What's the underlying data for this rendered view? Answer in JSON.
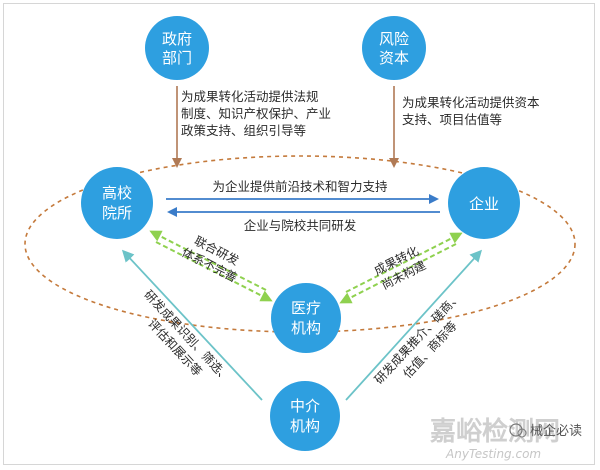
{
  "nodes": {
    "government": {
      "line1": "政府",
      "line2": "部门"
    },
    "risk_capital": {
      "line1": "风险",
      "line2": "资本"
    },
    "university": {
      "line1": "高校",
      "line2": "院所"
    },
    "enterprise": {
      "label": "企业"
    },
    "medical": {
      "line1": "医疗",
      "line2": "机构"
    },
    "intermediary": {
      "line1": "中介",
      "line2": "机构"
    }
  },
  "notes": {
    "government": [
      "为成果转化活动提供法规",
      "制度、知识产权保护、产业",
      "政策支持、组织引导等"
    ],
    "risk_capital": [
      "为成果转化活动提供资本",
      "支持、项目估值等"
    ]
  },
  "arrows": {
    "top": "为企业提供前沿技术和智力支持",
    "bottom": "企业与院校共同研发",
    "left_diag": [
      "联合研发",
      "体系不完善"
    ],
    "right_diag": [
      "成果转化",
      "尚未构建"
    ],
    "left_long": [
      "研发成果识别、筛选、",
      "评估和展示等"
    ],
    "right_long": [
      "研发成果推介、磋商、",
      "估值、商标等"
    ]
  },
  "watermark": {
    "brand": "嘉峪检测网",
    "url": "AnyTesting.com",
    "account": "械企必读"
  },
  "colors": {
    "node": "#2e9fe0",
    "vertical_arrow": "#b07a55",
    "horizontal_arrow": "#3a7cc9",
    "dashed_arrow": "#8fd14f",
    "long_arrow": "#6cc3c8",
    "ellipse": "#c47a3c"
  }
}
